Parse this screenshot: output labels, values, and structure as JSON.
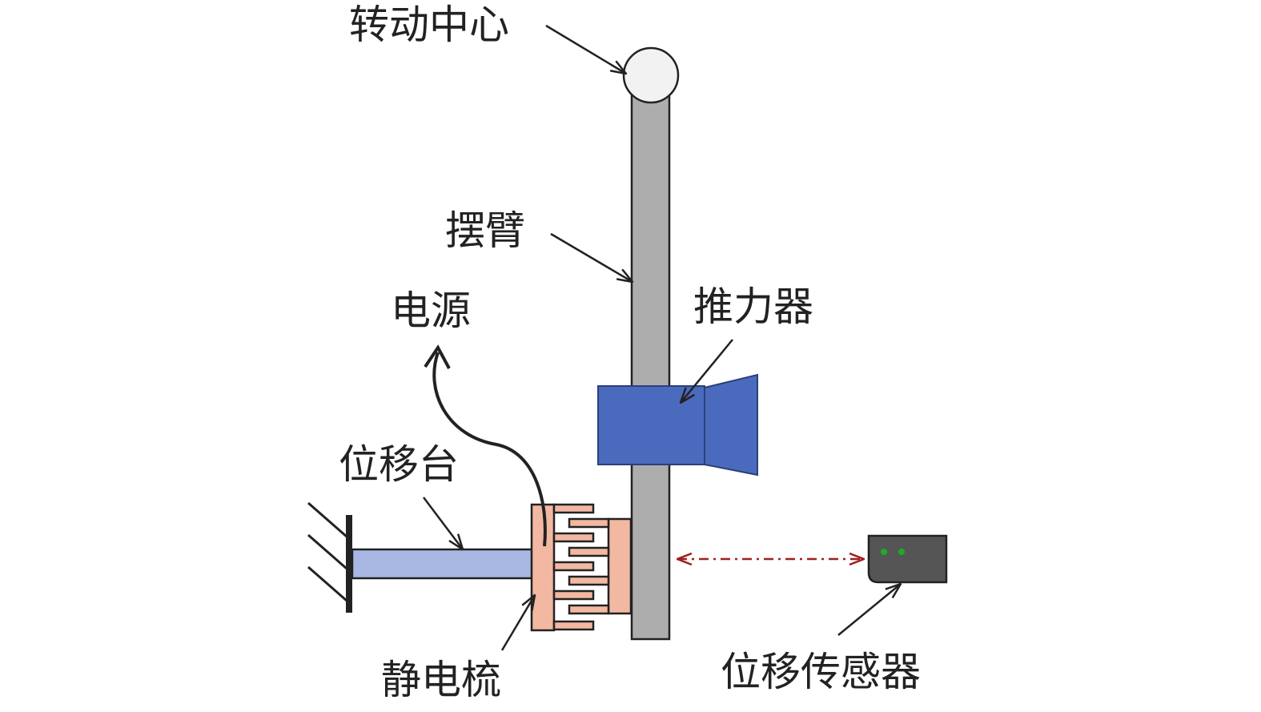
{
  "labels": {
    "rotation_center": "转动中心",
    "swing_arm": "摆臂",
    "power_supply": "电源",
    "thruster": "推力器",
    "displacement_stage": "位移台",
    "electrostatic_comb": "静电梳",
    "displacement_sensor": "位移传感器"
  },
  "colors": {
    "arm": "#adadad",
    "pivot": "#f2f2f2",
    "thruster": "#4a6bbd",
    "stage_rod": "#a8b8e3",
    "comb": "#f2b8a2",
    "sensor": "#555555",
    "sensor_led": "#22aa22",
    "laser": "#a02020",
    "outline": "#222222"
  }
}
